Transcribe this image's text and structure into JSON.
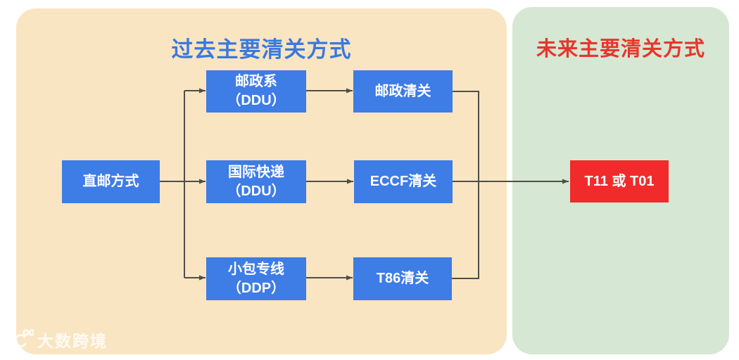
{
  "panels": {
    "past": {
      "title": "过去主要清关方式",
      "bg": "#FAE5C2",
      "title_color": "#3A79DE"
    },
    "future": {
      "title": "未来主要清关方式",
      "bg": "#D6E7D3",
      "title_color": "#E8352B"
    }
  },
  "nodes": {
    "direct_mail": {
      "label": "直邮方式"
    },
    "postal_system": {
      "line1": "邮政系",
      "line2": "（DDU）"
    },
    "postal_clearance": {
      "label": "邮政清关"
    },
    "intl_express": {
      "line1": "国际快递",
      "line2": "（DDU）"
    },
    "eccf_clearance": {
      "label": "ECCF清关"
    },
    "small_packet": {
      "line1": "小包专线",
      "line2": "（DDP）"
    },
    "t86_clearance": {
      "label": "T86清关"
    },
    "t11_t01": {
      "label": "T11 或 T01"
    }
  },
  "colors": {
    "node_bg": "#3E7CE6",
    "node_text": "#FFFFFF",
    "future_node_bg": "#F12B2B",
    "connector": "#4E4F47"
  },
  "watermark": {
    "text": "大数跨境"
  }
}
